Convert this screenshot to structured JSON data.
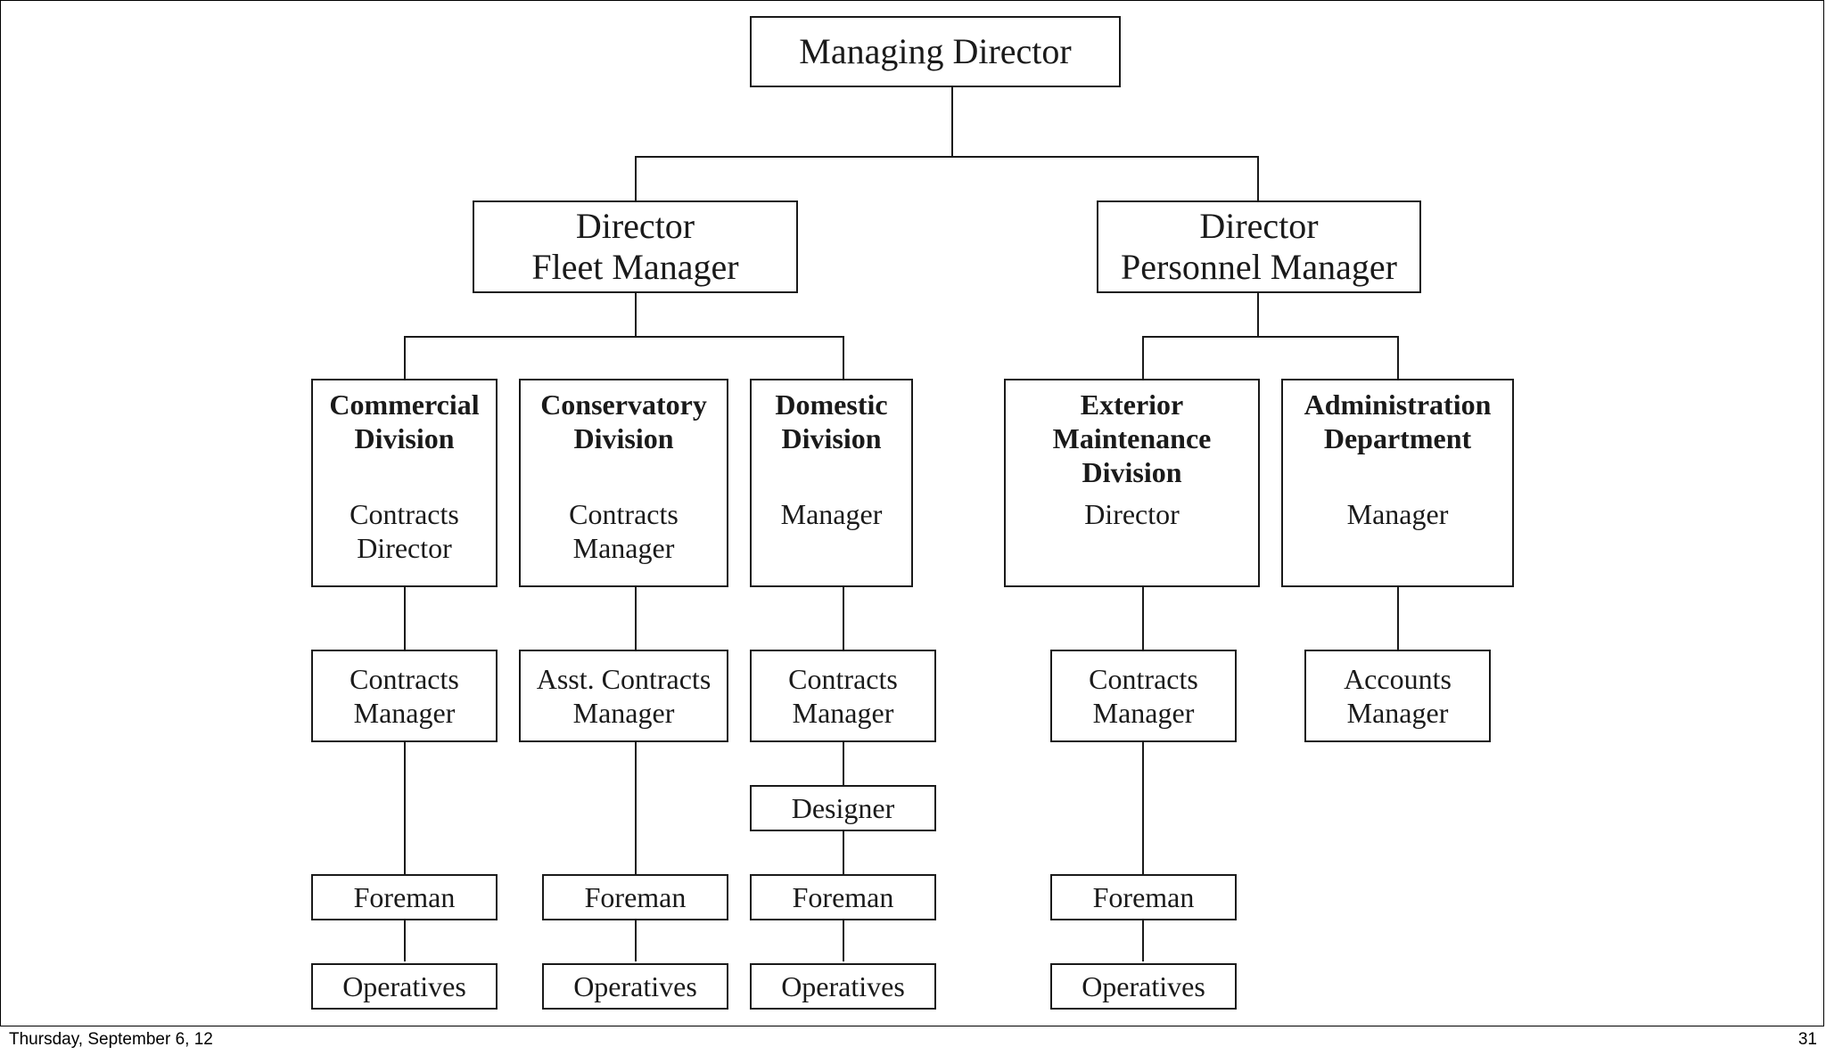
{
  "org": {
    "managing_director": "Managing Director",
    "fleet": {
      "line1": "Director",
      "line2": "Fleet Manager"
    },
    "personnel": {
      "line1": "Director",
      "line2": "Personnel Manager"
    },
    "commercial": {
      "name1": "Commercial",
      "name2": "Division",
      "role1": "Contracts",
      "role2": "Director"
    },
    "conservatory": {
      "name1": "Conservatory",
      "name2": "Division",
      "role1": "Contracts",
      "role2": "Manager"
    },
    "domestic": {
      "name1": "Domestic",
      "name2": "Division",
      "role1": "Manager"
    },
    "exterior": {
      "name1": "Exterior",
      "name2": "Maintenance",
      "name3": "Division",
      "role1": "Director"
    },
    "administration": {
      "name1": "Administration",
      "name2": "Department",
      "role1": "Manager"
    },
    "commercial_cm": {
      "line1": "Contracts",
      "line2": "Manager"
    },
    "conservatory_acm": {
      "line1": "Asst. Contracts",
      "line2": "Manager"
    },
    "domestic_cm": {
      "line1": "Contracts",
      "line2": "Manager"
    },
    "exterior_cm": {
      "line1": "Contracts",
      "line2": "Manager"
    },
    "admin_am": {
      "line1": "Accounts",
      "line2": "Manager"
    },
    "designer": "Designer",
    "foreman": "Foreman",
    "operatives": "Operatives"
  },
  "footer": {
    "date": "Thursday, September 6, 12",
    "page": "31"
  }
}
